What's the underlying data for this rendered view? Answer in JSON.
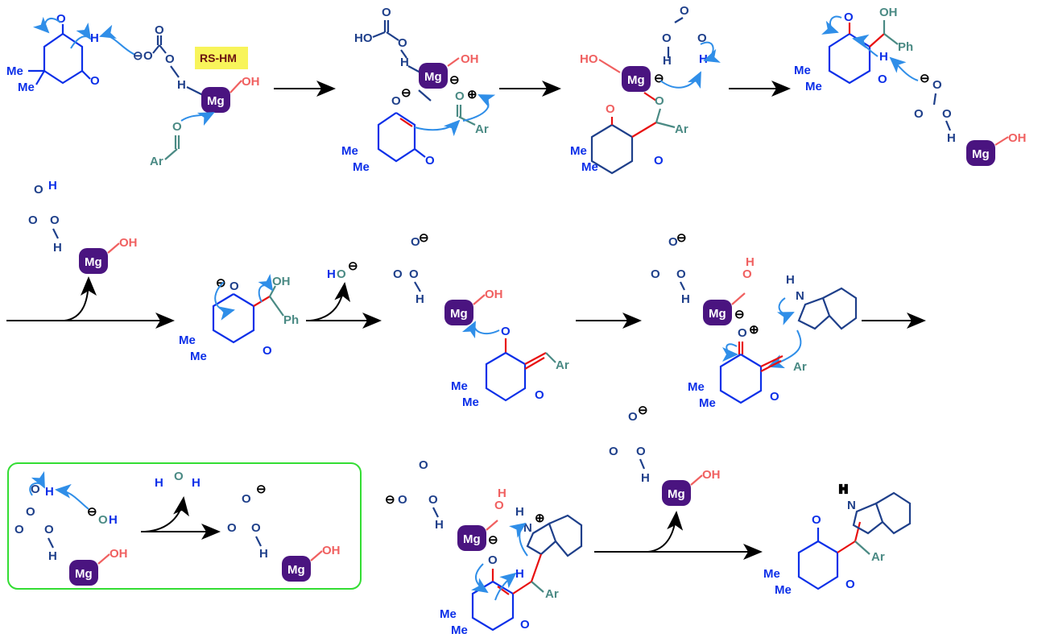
{
  "catalyst_label": "RS-HM",
  "metal": "Mg",
  "labels": {
    "Me": "Me",
    "O": "O",
    "H": "H",
    "HO": "HO",
    "OH": "OH",
    "Ar": "Ar",
    "Ph": "Ph",
    "N": "N",
    "HN": "H",
    "minus": "⊖",
    "plus": "⊕"
  },
  "colors": {
    "diketone_blue": "#0b2fe8",
    "oxygen_dark": "#1e3f8a",
    "hydroxide_pink": "#f06060",
    "aldehyde_teal": "#4a8a84",
    "new_bond_red": "#e81010",
    "curly_arrow": "#2f8ee8",
    "mg_purple": "#4a1480",
    "catalyst_highlight": "#f8f45a",
    "regeneration_box": "#33dd33"
  }
}
